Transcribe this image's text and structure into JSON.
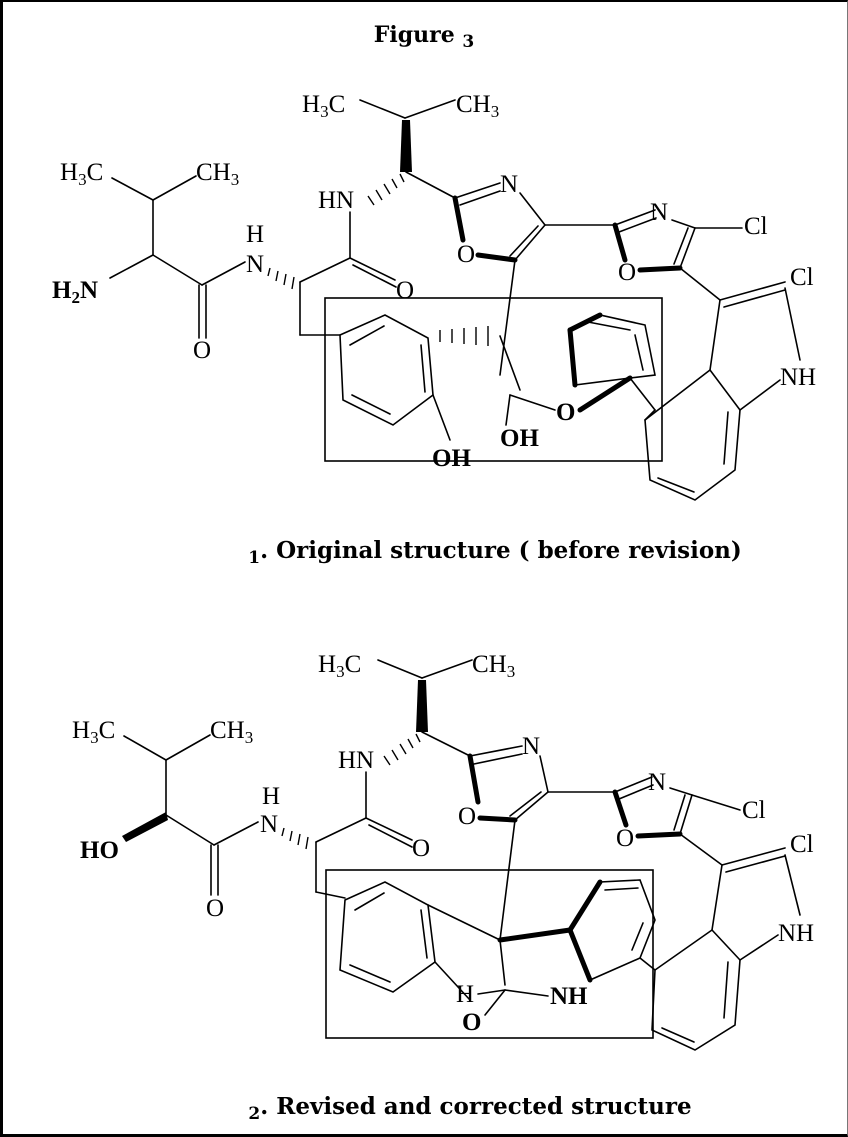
{
  "figure": {
    "title": "Figure 3"
  },
  "structure1": {
    "caption": "1. Original structure ( before revision)",
    "atoms": {
      "h3c_top": "H3C",
      "ch3_top": "CH3",
      "h3c_left": "H3C",
      "ch3_left": "CH3",
      "hn": "HN",
      "h_amide": "H",
      "n_amide": "N",
      "h2n": "H2N",
      "o_carbonyl1": "O",
      "o_carbonyl2": "O",
      "n_oxazole1": "N",
      "o_oxazole1": "O",
      "n_oxazole2": "N",
      "o_oxazole2": "O",
      "cl1": "Cl",
      "cl2": "Cl",
      "nh_indole": "NH",
      "oh_phenol": "OH",
      "oh_hemiketal": "OH",
      "o_ring": "O"
    }
  },
  "structure2": {
    "caption": "2. Revised and corrected structure",
    "atoms": {
      "h3c_top": "H3C",
      "ch3_top": "CH3",
      "h3c_left": "H3C",
      "ch3_left": "CH3",
      "hn": "HN",
      "h_amide": "H",
      "n_amide": "N",
      "ho": "HO",
      "o_carbonyl1": "O",
      "o_carbonyl2": "O",
      "n_oxazole1": "N",
      "o_oxazole1": "O",
      "n_oxazole2": "N",
      "o_oxazole2": "O",
      "cl1": "Cl",
      "cl2": "Cl",
      "nh_indole": "NH",
      "h_aminal": "H",
      "nh_aminal": "NH",
      "o_ring": "O"
    }
  }
}
